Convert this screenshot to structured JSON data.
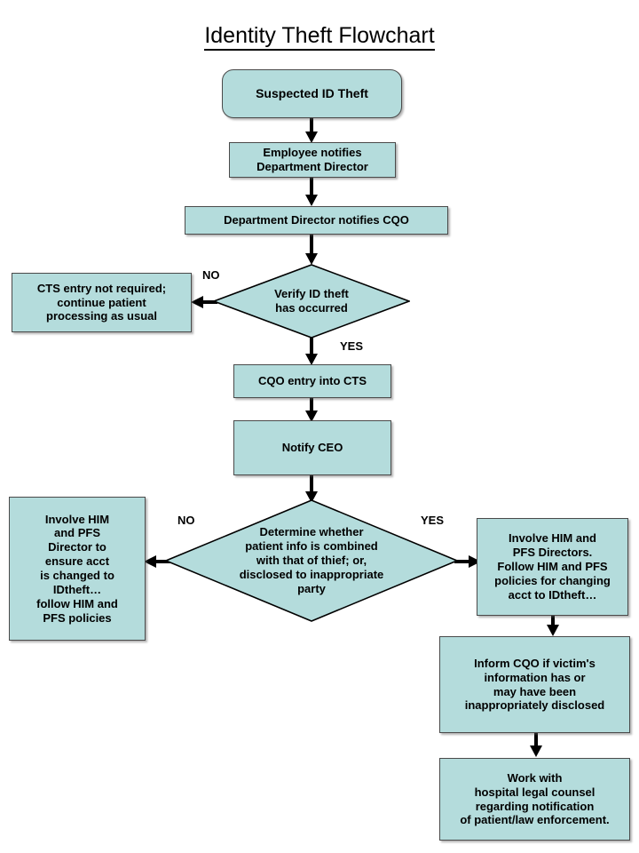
{
  "page": {
    "title": "Identity Theft Flowchart",
    "background": "#ffffff",
    "node_fill": "#b4dcdc",
    "node_stroke": "#4a4a4a",
    "text_color": "#000000"
  },
  "nodes": {
    "start": {
      "label": "Suspected ID Theft",
      "shape": "rounded-rectangle"
    },
    "employee_notifies": {
      "label": "Employee notifies\nDepartment Director",
      "shape": "rectangle"
    },
    "director_notifies": {
      "label": "Department  Director notifies CQO",
      "shape": "rectangle"
    },
    "verify_decision": {
      "label": "Verify ID theft\nhas occurred",
      "shape": "diamond"
    },
    "no_cts_entry": {
      "label": "CTS entry not required;\ncontinue patient\nprocessing as usual",
      "shape": "rectangle"
    },
    "cqo_entry": {
      "label": "CQO entry into CTS",
      "shape": "rectangle"
    },
    "notify_ceo": {
      "label": "Notify CEO",
      "shape": "rectangle"
    },
    "determine_decision": {
      "label": "Determine whether\npatient info is combined\nwith that of thief; or,\ndisclosed to inappropriate\nparty",
      "shape": "diamond"
    },
    "involve_him_pfs_no": {
      "label": "Involve HIM\nand PFS\nDirector to\nensure acct\nis changed to\nIDtheft…\nfollow HIM and\nPFS policies",
      "shape": "rectangle"
    },
    "involve_him_pfs_yes": {
      "label": "Involve HIM and\nPFS Directors.\nFollow HIM and PFS\npolicies for changing\nacct to IDtheft…",
      "shape": "rectangle"
    },
    "inform_cqo": {
      "label": "Inform CQO if victim's\ninformation has or\nmay have been\ninappropriately disclosed",
      "shape": "rectangle"
    },
    "work_with_counsel": {
      "label": "Work with\nhospital legal counsel\nregarding notification\nof patient/law enforcement.",
      "shape": "rectangle"
    }
  },
  "edge_labels": {
    "verify_no": "NO",
    "verify_yes": "YES",
    "determine_no": "NO",
    "determine_yes": "YES"
  }
}
